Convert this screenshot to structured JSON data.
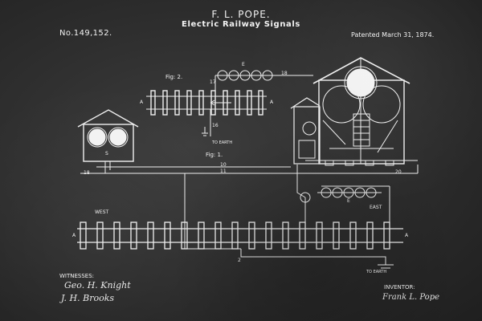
{
  "header": {
    "inventor_name": "F. L. POPE.",
    "title": "Electric Railway Signals",
    "patent_number": "No.149,152.",
    "patent_date": "Patented March 31, 1874."
  },
  "figures": {
    "fig1": "Fig: 1.",
    "fig2": "Fig: 2."
  },
  "labels": {
    "west": "WEST",
    "east": "EAST",
    "to_earth_fig2": "TO EARTH",
    "to_earth_fig1": "TO EARTH",
    "house_letter_s": "S",
    "letter_e_top": "E",
    "letter_e_bottom": "E",
    "rail_a_left": "A",
    "rail_a_right": "A",
    "fig2_a_left": "A",
    "fig2_a_right": "A",
    "wire_18_left": "18",
    "wire_18_top": "18",
    "wire_17": "17",
    "wire_16": "16",
    "wire_10": "10",
    "wire_11": "11",
    "wire_20": "20",
    "wire_2": "2"
  },
  "footer": {
    "witnesses_label": "WITNESSES:",
    "witness_1": "Geo. H. Knight",
    "witness_2": "J. H. Brooks",
    "inventor_label": "INVENTOR:",
    "inventor_signature": "Frank L. Pope"
  },
  "colors": {
    "chalk": "#f2f2f2",
    "board": "#2f2f2f"
  }
}
